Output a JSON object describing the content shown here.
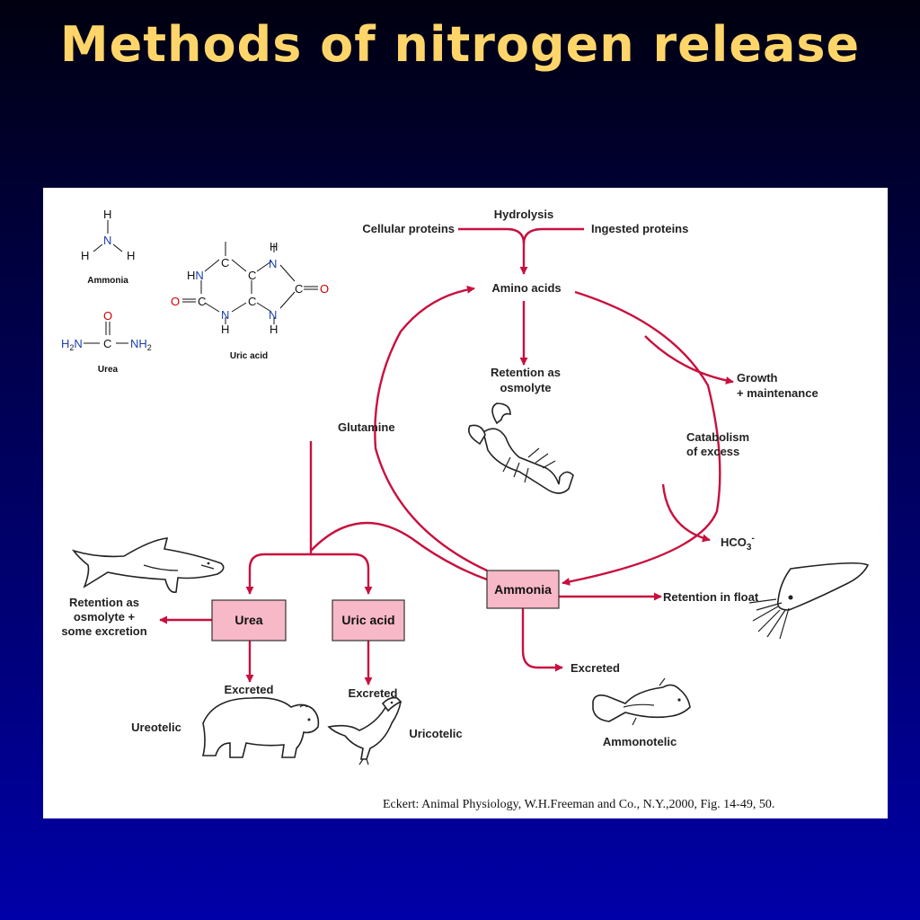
{
  "title": "Methods of nitrogen release",
  "colors": {
    "title": "#FFD56A",
    "arrow": "#C8103E",
    "box_fill": "#F7B8C8",
    "box_stroke": "#333333"
  },
  "chemistry": {
    "ammonia": {
      "label": "Ammonia",
      "atoms": [
        "H",
        "N",
        "H",
        "H"
      ]
    },
    "urea": {
      "label": "Urea",
      "atoms": [
        "O",
        "C",
        "NH",
        "NH"
      ]
    },
    "uric_acid": {
      "label": "Uric acid",
      "atoms": [
        "HN",
        "C",
        "C",
        "N",
        "H",
        "O",
        "C",
        "C",
        "C",
        "O",
        "N",
        "H",
        "N",
        "H"
      ]
    }
  },
  "nodes": {
    "hydrolysis": "Hydrolysis",
    "cellular_proteins": "Cellular proteins",
    "ingested_proteins": "Ingested proteins",
    "amino_acids": "Amino acids",
    "retention_osmolyte": [
      "Retention as",
      "osmolyte"
    ],
    "growth": [
      "Growth",
      "+ maintenance"
    ],
    "catabolism": [
      "Catabolism",
      "of excess"
    ],
    "glutamine": "Glutamine",
    "hco3": "HCO",
    "hco3_sub": "3",
    "hco3_sup": "-",
    "ammonia_box": "Ammonia",
    "urea_box": "Urea",
    "uric_acid_box": "Uric acid",
    "retention_float": "Retention in float",
    "retention_excretion": [
      "Retention as",
      "osmolyte +",
      "some excretion"
    ],
    "excreted_ammonia": "Excreted",
    "excreted_urea": "Excreted",
    "excreted_uric": "Excreted",
    "ureotelic": "Ureotelic",
    "uricotelic": "Uricotelic",
    "ammonotelic": "Ammonotelic"
  },
  "icons": [
    "shark-icon",
    "lobster-icon",
    "squid-icon",
    "bear-icon",
    "bird-icon",
    "fish-icon"
  ],
  "citation": "Eckert: Animal Physiology, W.H.Freeman and Co., N.Y.,2000, Fig. 14-49, 50."
}
